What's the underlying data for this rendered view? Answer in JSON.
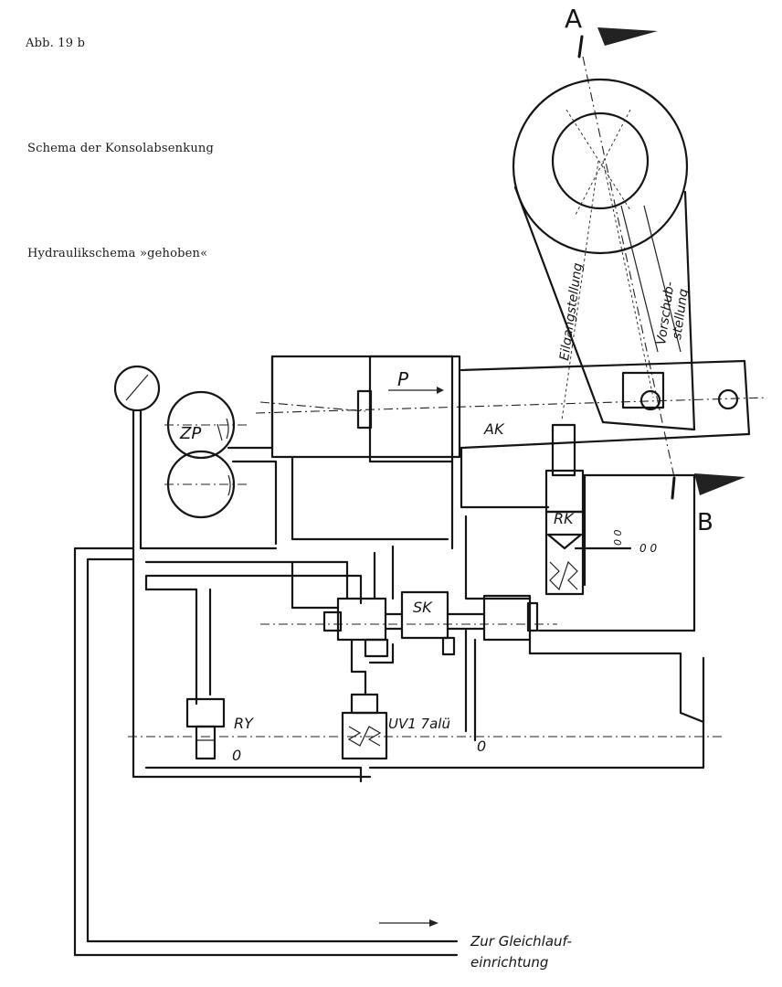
{
  "figure": {
    "number": "Abb. 19 b",
    "title": "Schema der Konsolabsenkung",
    "subtitle": "Hydraulikschema »gehoben«"
  },
  "section_marks": {
    "top": "A",
    "bottom": "B"
  },
  "labels": {
    "rapid": "Eilgangstellung",
    "feed_1": "Vorschub-",
    "feed_2": "stellung",
    "piston": "P",
    "cylinder": "AK",
    "pump": "ZP",
    "valve_rk": "RK",
    "valve_sk": "SK",
    "valve_ry": "RY",
    "valve_uv": "UV1 7alü",
    "zero_left": "0",
    "zero_right": "0",
    "outlet_1": "Zur Gleichlauf-",
    "outlet_2": "einrichtung"
  }
}
